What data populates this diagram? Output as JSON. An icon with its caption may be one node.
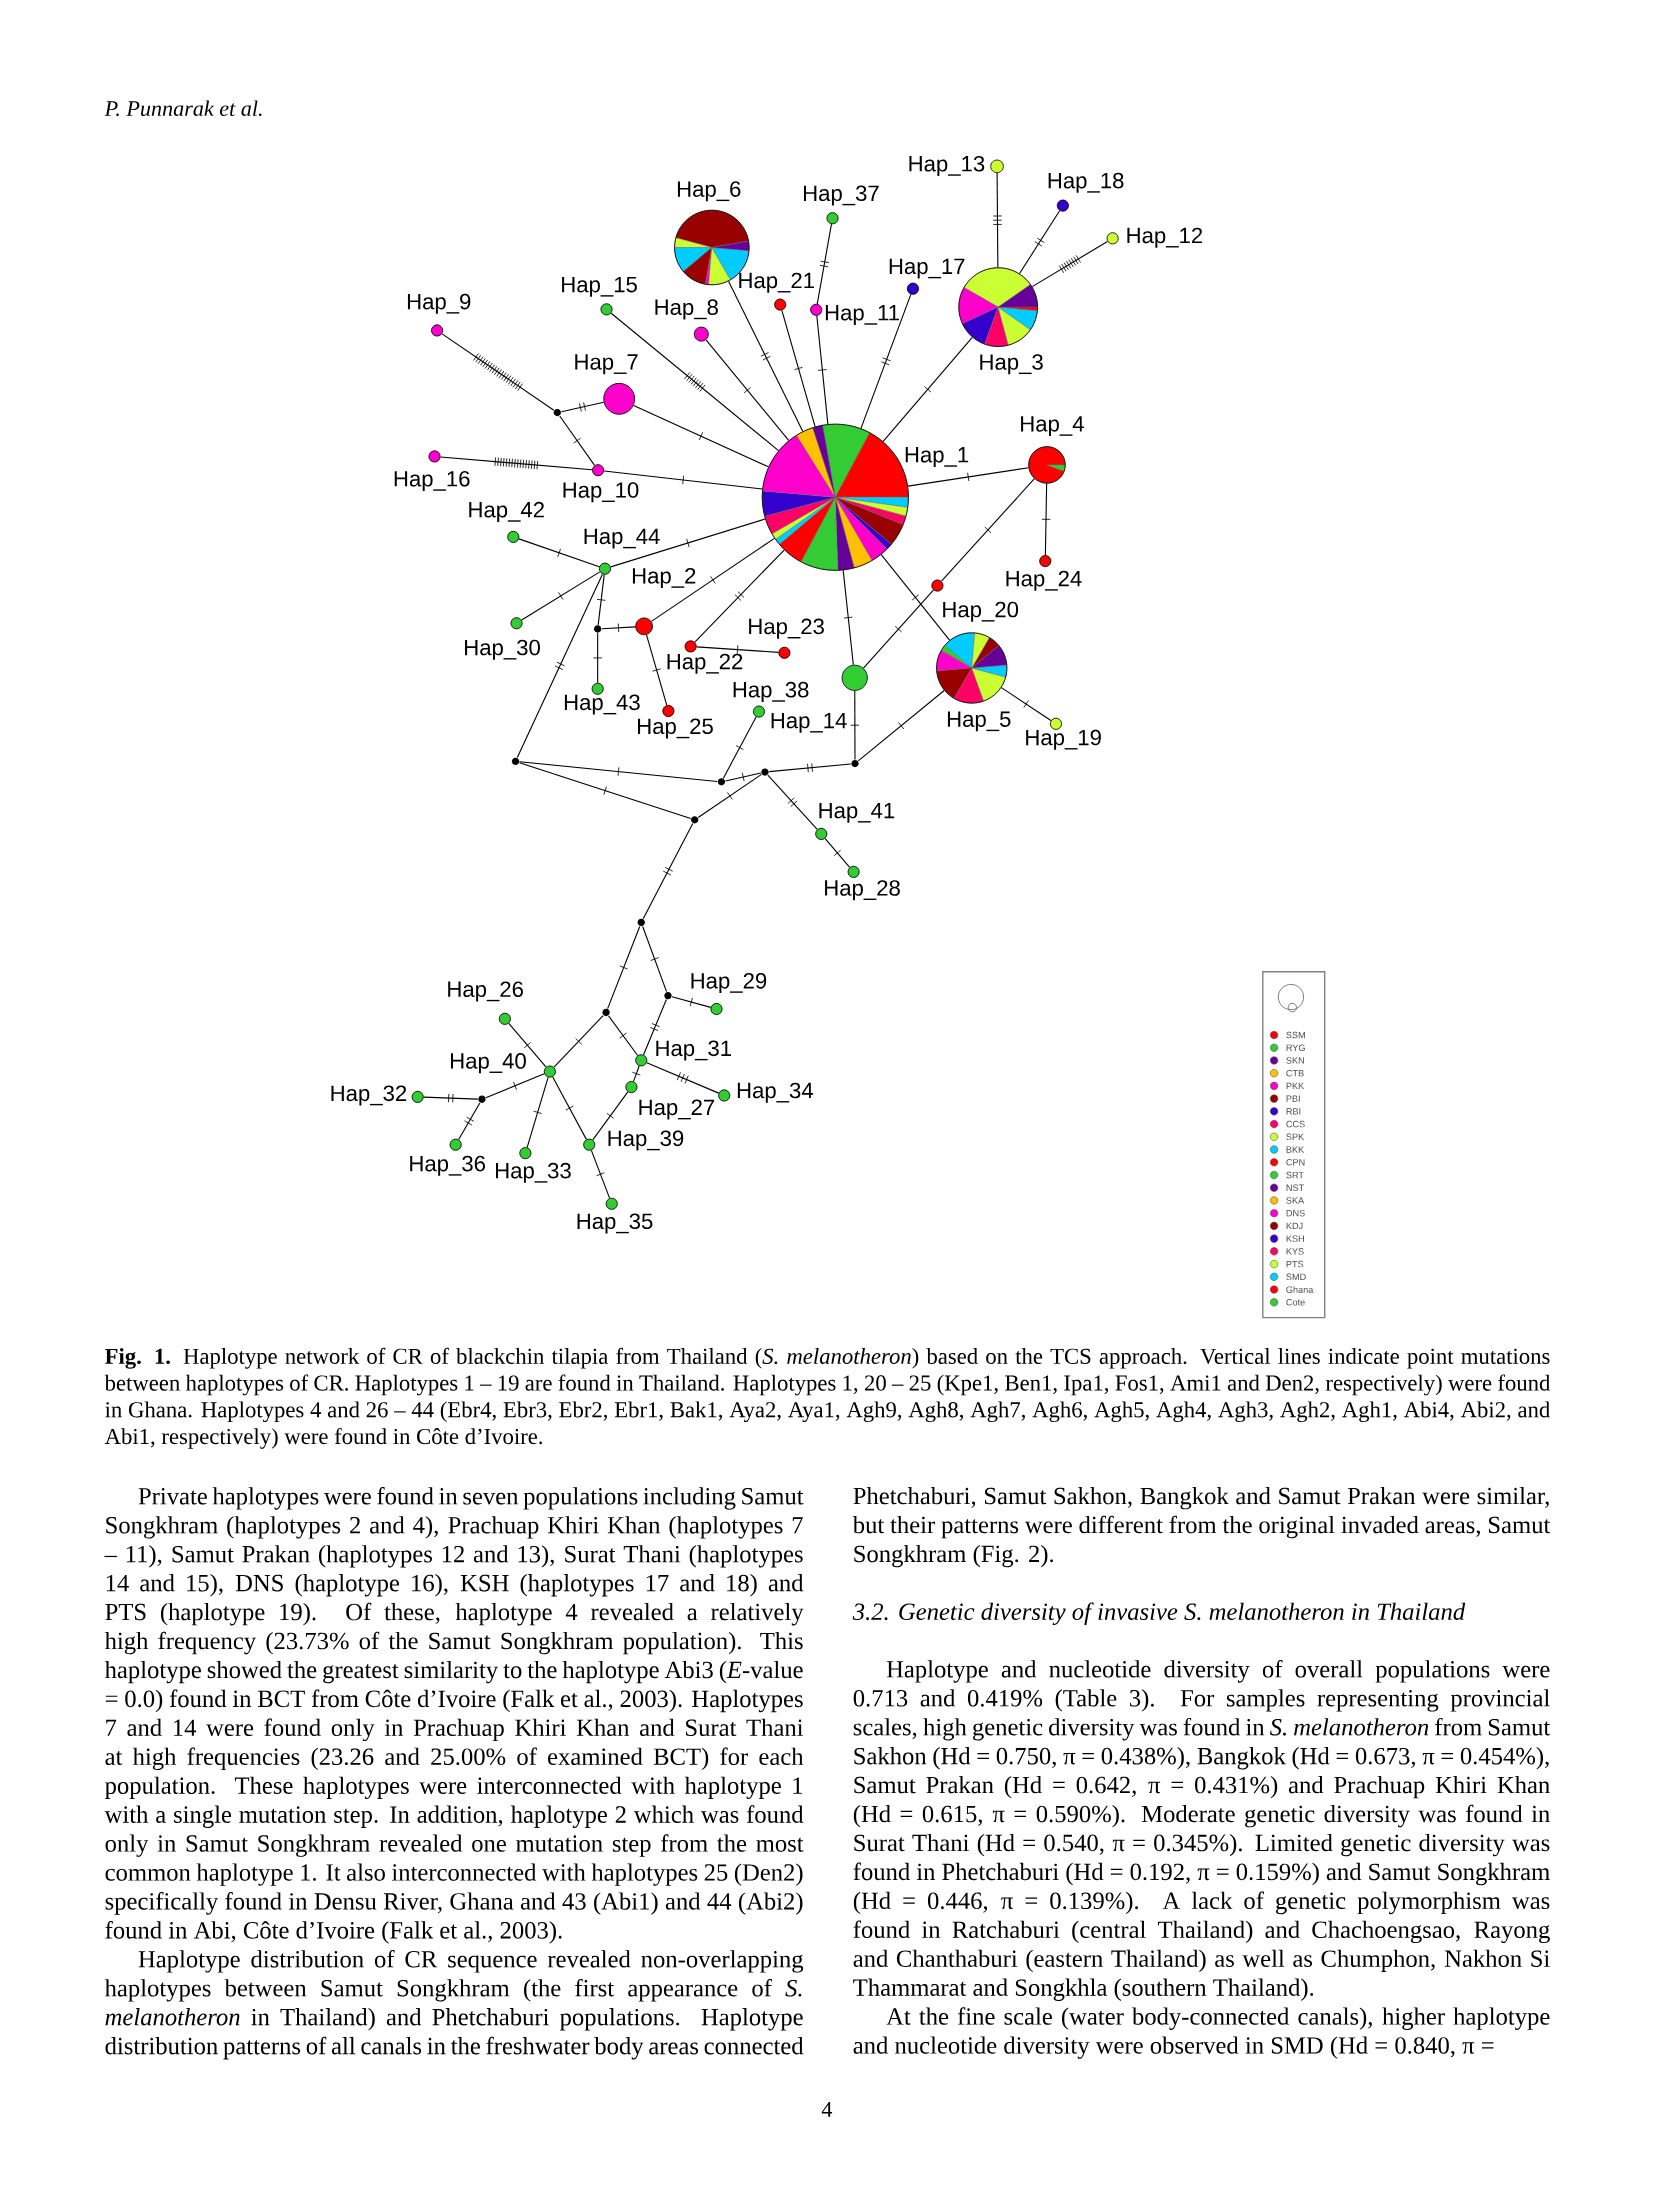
{
  "diagram": {
    "caption": "**Fig. 1.** Haplotype network of CR of blackchin tilapia from Thailand (*S. melanotheron*) based on the TCS approach. Vertical lines indicate point mutations between haplotypes of CR. Haplotypes 1 – 19 are found in Thailand. Haplotypes 1, 20 – 25 (Kpe1, Ben1, Ipa1, Fos1, Ami1 and Den2, respectively) were found in Ghana. Haplotypes 4 and 26 – 44 (Ebr4, Ebr3, Ebr2, Ebr1, Bak1, Aya2, Aya1, Agh9, Agh8, Agh7, Agh6, Agh5, Agh4, Agh3, Agh2, Agh1, Abi4, Abi2, and Abi1, respectively) were found in Côte d’Ivoire.",
    "nodes": [
      {
        "text": [
          "Hap_1"
        ]
      },
      {
        "text": [
          "Hap_2"
        ]
      },
      {
        "text": [
          "Hap_3"
        ]
      },
      {
        "text": [
          "Hap_4"
        ]
      },
      {
        "text": [
          "Hap_5"
        ]
      },
      {
        "text": [
          "Hap_6"
        ]
      },
      {
        "text": [
          "Hap_7"
        ]
      },
      {
        "text": [
          "Hap_8"
        ]
      },
      {
        "text": [
          "Hap_9"
        ]
      },
      {
        "text": [
          "Hap_10"
        ]
      },
      {
        "text": [
          "Hap_11"
        ]
      },
      {
        "text": [
          "Hap_12"
        ]
      },
      {
        "text": [
          "Hap_13"
        ]
      },
      {
        "text": [
          "Hap_14"
        ]
      },
      {
        "text": [
          "Hap_15"
        ]
      },
      {
        "text": [
          "Hap_16"
        ]
      },
      {
        "text": [
          "Hap_17"
        ]
      },
      {
        "text": [
          "Hap_18"
        ]
      },
      {
        "text": [
          "Hap_19"
        ]
      },
      {
        "text": [
          "Hap_20"
        ]
      },
      {
        "text": [
          "Hap_21"
        ]
      },
      {
        "text": [
          "Hap_22"
        ]
      },
      {
        "text": [
          "Hap_23"
        ]
      },
      {
        "text": [
          "Hap_24"
        ]
      },
      {
        "text": [
          "Hap_25"
        ]
      },
      {
        "text": [
          "Hap_26"
        ]
      },
      {
        "text": [
          "Hap_27"
        ]
      },
      {
        "text": [
          "Hap_28"
        ]
      },
      {
        "text": [
          "Hap_29"
        ]
      },
      {
        "text": [
          "Hap_30"
        ]
      },
      {
        "text": [
          "Hap_31"
        ]
      },
      {
        "text": [
          "Hap_32"
        ]
      },
      {
        "text": [
          "Hap_33"
        ]
      },
      {
        "text": [
          "Hap_34"
        ]
      },
      {
        "text": [
          "Hap_35"
        ]
      },
      {
        "text": [
          "Hap_36"
        ]
      },
      {
        "text": [
          "Hap_37"
        ]
      },
      {
        "text": [
          "Hap_38"
        ]
      },
      {
        "text": [
          "Hap_39"
        ]
      },
      {
        "text": [
          "Hap_40"
        ]
      },
      {
        "text": [
          "Hap_41"
        ]
      },
      {
        "text": [
          "Hap_42"
        ]
      },
      {
        "text": [
          "Hap_43"
        ]
      },
      {
        "text": [
          "Hap_44"
        ]
      },
      {
        "text": [],
        "shape": "circle"
      },
      {
        "text": [],
        "shape": "circle"
      },
      {
        "text": [],
        "shape": "circle"
      },
      {
        "text": [],
        "shape": "circle"
      },
      {
        "text": [],
        "shape": "circle"
      },
      {
        "text": [],
        "shape": "circle"
      },
      {
        "text": [],
        "shape": "circle"
      },
      {
        "text": [],
        "shape": "circle"
      },
      {
        "text": [],
        "shape": "circle"
      },
      {
        "text": [],
        "shape": "circle"
      },
      {
        "text": [],
        "shape": "circle"
      }
    ],
    "edges": [
      {
        "from": 0,
        "to": 2,
        "arrow": "none"
      },
      {
        "from": 2,
        "to": 12,
        "arrow": "none"
      },
      {
        "from": 2,
        "to": 17,
        "arrow": "none"
      },
      {
        "from": 2,
        "to": 11,
        "arrow": "none"
      },
      {
        "from": 0,
        "to": 16,
        "arrow": "none"
      },
      {
        "from": 0,
        "to": 10,
        "arrow": "none"
      },
      {
        "from": 10,
        "to": 36,
        "arrow": "none"
      },
      {
        "from": 0,
        "to": 20,
        "arrow": "none"
      },
      {
        "from": 0,
        "to": 5,
        "arrow": "none"
      },
      {
        "from": 0,
        "to": 7,
        "arrow": "none"
      },
      {
        "from": 0,
        "to": 14,
        "arrow": "none"
      },
      {
        "from": 0,
        "to": 6,
        "arrow": "none"
      },
      {
        "from": 6,
        "to": 44,
        "arrow": "none"
      },
      {
        "from": 44,
        "to": 8,
        "arrow": "none"
      },
      {
        "from": 44,
        "to": 9,
        "arrow": "none"
      },
      {
        "from": 9,
        "to": 0,
        "arrow": "none"
      },
      {
        "from": 15,
        "to": 9,
        "arrow": "none"
      },
      {
        "from": 0,
        "to": 3,
        "arrow": "none"
      },
      {
        "from": 3,
        "to": 23,
        "arrow": "none"
      },
      {
        "from": 3,
        "to": 19,
        "arrow": "none"
      },
      {
        "from": 19,
        "to": 13,
        "arrow": "none"
      },
      {
        "from": 0,
        "to": 13,
        "arrow": "none"
      },
      {
        "from": 0,
        "to": 21,
        "arrow": "none"
      },
      {
        "from": 21,
        "to": 22,
        "arrow": "none"
      },
      {
        "from": 0,
        "to": 1,
        "arrow": "none"
      },
      {
        "from": 0,
        "to": 43,
        "arrow": "none"
      },
      {
        "from": 4,
        "to": 18,
        "arrow": "none"
      },
      {
        "from": 0,
        "to": 4,
        "arrow": "none"
      },
      {
        "from": 1,
        "to": 45,
        "arrow": "none"
      },
      {
        "from": 1,
        "to": 24,
        "arrow": "none"
      },
      {
        "from": 45,
        "to": 43,
        "arrow": "none"
      },
      {
        "from": 45,
        "to": 42,
        "arrow": "none"
      },
      {
        "from": 43,
        "to": 41,
        "arrow": "none"
      },
      {
        "from": 43,
        "to": 29,
        "arrow": "none"
      },
      {
        "from": 43,
        "to": 46,
        "arrow": "none"
      },
      {
        "from": 13,
        "to": 49,
        "arrow": "none"
      },
      {
        "from": 4,
        "to": 49,
        "arrow": "none"
      },
      {
        "from": 46,
        "to": 47,
        "arrow": "none"
      },
      {
        "from": 46,
        "to": 50,
        "arrow": "none"
      },
      {
        "from": 47,
        "to": 37,
        "arrow": "none"
      },
      {
        "from": 47,
        "to": 48,
        "arrow": "none"
      },
      {
        "from": 48,
        "to": 49,
        "arrow": "none"
      },
      {
        "from": 48,
        "to": 50,
        "arrow": "none"
      },
      {
        "from": 48,
        "to": 40,
        "arrow": "none"
      },
      {
        "from": 40,
        "to": 27,
        "arrow": "none"
      },
      {
        "from": 50,
        "to": 51,
        "arrow": "none"
      },
      {
        "from": 51,
        "to": 53,
        "arrow": "none"
      },
      {
        "from": 51,
        "to": 52,
        "arrow": "none"
      },
      {
        "from": 52,
        "to": 28,
        "arrow": "none"
      },
      {
        "from": 52,
        "to": 30,
        "arrow": "none"
      },
      {
        "from": 53,
        "to": 30,
        "arrow": "none"
      },
      {
        "from": 53,
        "to": 39,
        "arrow": "none"
      },
      {
        "from": 30,
        "to": 26,
        "arrow": "none"
      },
      {
        "from": 30,
        "to": 33,
        "arrow": "none"
      },
      {
        "from": 26,
        "to": 38,
        "arrow": "none"
      },
      {
        "from": 39,
        "to": 25,
        "arrow": "none"
      },
      {
        "from": 39,
        "to": 54,
        "arrow": "none"
      },
      {
        "from": 54,
        "to": 31,
        "arrow": "none"
      },
      {
        "from": 54,
        "to": 35,
        "arrow": "none"
      },
      {
        "from": 39,
        "to": 32,
        "arrow": "none"
      },
      {
        "from": 39,
        "to": 38,
        "arrow": "none"
      },
      {
        "from": 38,
        "to": 34,
        "arrow": "none"
      }
    ],
    "labels": [
      "P. Punnarak et al.",
      "Private haplotypes were found in seven populations including Samut Songkhram (haplotypes 2 and 4), Prachuap Khiri Khan (haplotypes 7 – 11), Samut Prakan (haplotypes 12 and 13), Surat Thani (haplotypes 14 and 15), DNS (haplotype 16), KSH (haplotypes 17 and 18) and PTS (haplotype 19). Of these, haplotype 4 revealed a relatively high frequency (23.73% of the Samut Songkhram population). This haplotype showed the greatest similarity to the haplotype Abi3 (*E*-value = 0.0) found in BCT from Côte d’Ivoire (Falk et al., 2003). Haplotypes 7 and 14 were found only in Prachuap Khiri Khan and Surat Thani at high frequencies (23.26 and 25.00% of examined BCT) for each population. These haplotypes were interconnected with haplotype 1 with a single mutation step. In addition, haplotype 2 which was found only in Samut Songkhram revealed one mutation step from the most common haplotype 1. It also interconnected with haplotypes 25 (Den2) specifically found in Densu River, Ghana and 43 (Abi1) and 44 (Abi2) found in Abi, Côte d’Ivoire (Falk et al., 2003).",
      "Haplotype distribution of CR sequence revealed non-overlapping haplotypes between Samut Songkhram (the first appearance of *S. melanotheron* in Thailand) and Phetchaburi populations. Haplotype distribution patterns of all canals in the freshwater body areas connected",
      "Phetchaburi, Samut Sakhon, Bangkok and Samut Prakan were similar, but their patterns were different from the original invaded areas, Samut Songkhram (Fig. 2).",
      "3.2. Genetic diversity of invasive S. melanotheron in Thailand",
      "Haplotype and nucleotide diversity of overall populations were 0.713 and 0.419% (Table 3). For samples representing provincial scales, high genetic diversity was found in *S. melanotheron* from Samut Sakhon (Hd = 0.750, π = 0.438%), Bangkok (Hd = 0.673, π = 0.454%), Samut Prakan (Hd = 0.642, π = 0.431%) and Prachuap Khiri Khan (Hd = 0.615, π = 0.590%). Moderate genetic diversity was found in Surat Thani (Hd = 0.540, π = 0.345%). Limited genetic diversity was found in Phetchaburi (Hd = 0.192, π = 0.159%) and Samut Songkhram (Hd = 0.446, π = 0.139%). A lack of genetic polymorphism was found in Ratchaburi (central Thailand) and Chachoengsao, Rayong and Chanthaburi (eastern Thailand) as well as Chumphon, Nakhon Si Thammarat and Songkhla (southern Thailand).",
      "At the fine scale (water body-connected canals), higher haplotype and nucleotide diversity were observed in SMD (Hd = 0.840, π =",
      "4"
    ],
    "legend": [
      {
        "text": "SSM",
        "color": "#ff0000"
      },
      {
        "text": "RYG",
        "color": "#33cc33"
      },
      {
        "text": "SKN",
        "color": "#660099"
      },
      {
        "text": "CTB",
        "color": "#ffc000"
      },
      {
        "text": "PKK",
        "color": "#ff00cc"
      },
      {
        "text": "PBI",
        "color": "#990000"
      },
      {
        "text": "RBI",
        "color": "#3300cc"
      },
      {
        "text": "CCS",
        "color": "#ff0066"
      },
      {
        "text": "SPK",
        "color": "#ccff33"
      },
      {
        "text": "BKK",
        "color": "#00ccff"
      },
      {
        "text": "CPN",
        "color": "#ff0000"
      },
      {
        "text": "SRT",
        "color": "#33cc33"
      },
      {
        "text": "NST",
        "color": "#660099"
      },
      {
        "text": "SKA",
        "color": "#ffc000"
      },
      {
        "text": "DNS",
        "color": "#ff00cc"
      },
      {
        "text": "KDJ",
        "color": "#990000"
      },
      {
        "text": "KSH",
        "color": "#3300cc"
      },
      {
        "text": "KYS",
        "color": "#ff0066"
      },
      {
        "text": "PTS",
        "color": "#ccff33"
      },
      {
        "text": "SMD",
        "color": "#00ccff"
      },
      {
        "text": "Ghana",
        "color": "#ff0000"
      },
      {
        "text": "Cote",
        "color": "#33cc33"
      }
    ]
  }
}
